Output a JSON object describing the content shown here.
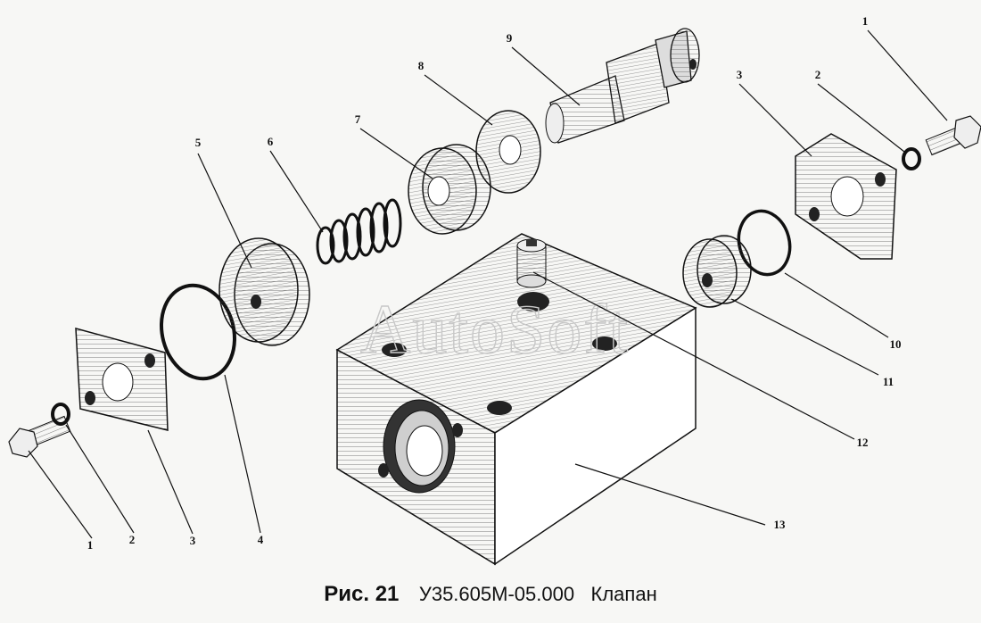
{
  "watermark": "AutoSoft",
  "caption": {
    "figure": "Рис. 21",
    "code": "У35.605М-05.000",
    "title": "Клапан"
  },
  "callouts": [
    "1",
    "2",
    "3",
    "4",
    "5",
    "6",
    "7",
    "8",
    "9",
    "3",
    "2",
    "1",
    "10",
    "11",
    "12",
    "13"
  ]
}
